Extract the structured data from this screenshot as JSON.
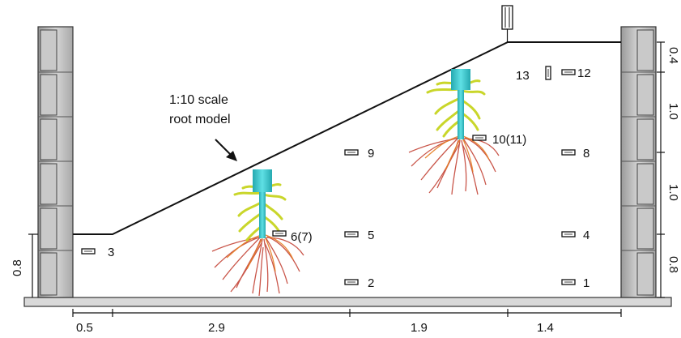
{
  "annotation": {
    "line1": "1:10 scale",
    "line2": "root model"
  },
  "sensors": [
    {
      "id": "1",
      "label": "1"
    },
    {
      "id": "2",
      "label": "2"
    },
    {
      "id": "3",
      "label": "3"
    },
    {
      "id": "4",
      "label": "4"
    },
    {
      "id": "5",
      "label": "5"
    },
    {
      "id": "6-7",
      "label": "6(7)"
    },
    {
      "id": "8",
      "label": "8"
    },
    {
      "id": "9",
      "label": "9"
    },
    {
      "id": "10-11",
      "label": "10(11)"
    },
    {
      "id": "12",
      "label": "12"
    },
    {
      "id": "13",
      "label": "13"
    }
  ],
  "horizontal_dimensions": [
    "0.5",
    "2.9",
    "1.9",
    "1.4"
  ],
  "left_dimension": "0.8",
  "right_dimensions": [
    "0.4",
    "1.0",
    "1.0",
    "0.8"
  ],
  "colors": {
    "wall_fill": "#b8b8b8",
    "wall_block": "#d0d0d0",
    "stem": "#3ec9cf",
    "root_yellow": "#d6e02a",
    "root_red": "#c0392b",
    "base": "#d9d9d9"
  }
}
